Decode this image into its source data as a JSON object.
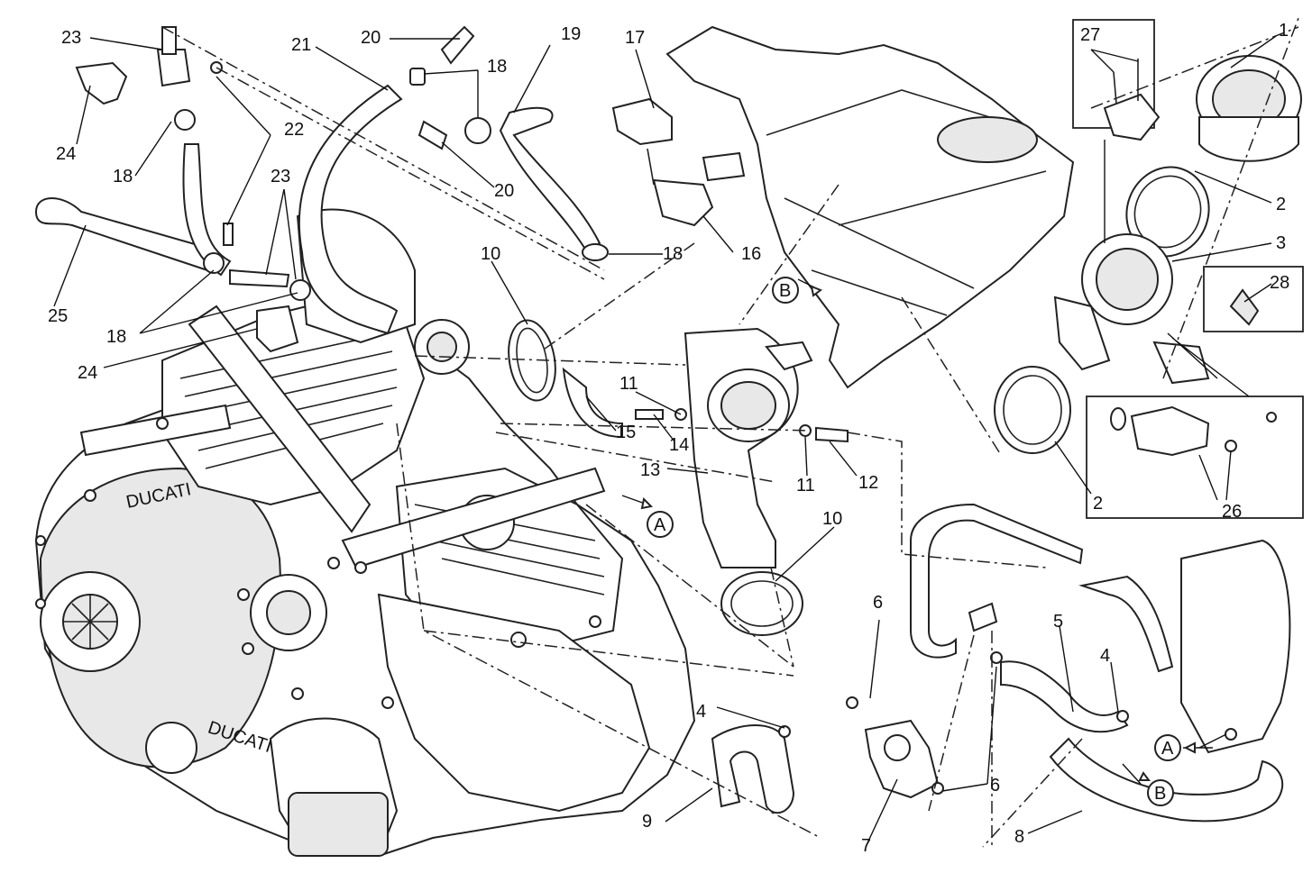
{
  "diagram": {
    "callouts": [
      {
        "id": "c1",
        "text": "1"
      },
      {
        "id": "c2a",
        "text": "2"
      },
      {
        "id": "c2b",
        "text": "2"
      },
      {
        "id": "c3",
        "text": "3"
      },
      {
        "id": "c4a",
        "text": "4"
      },
      {
        "id": "c4b",
        "text": "4"
      },
      {
        "id": "c5",
        "text": "5"
      },
      {
        "id": "c6a",
        "text": "6"
      },
      {
        "id": "c6b",
        "text": "6"
      },
      {
        "id": "c7",
        "text": "7"
      },
      {
        "id": "c8",
        "text": "8"
      },
      {
        "id": "c9",
        "text": "9"
      },
      {
        "id": "c10a",
        "text": "10"
      },
      {
        "id": "c10b",
        "text": "10"
      },
      {
        "id": "c11a",
        "text": "11"
      },
      {
        "id": "c11b",
        "text": "11"
      },
      {
        "id": "c12",
        "text": "12"
      },
      {
        "id": "c13",
        "text": "13"
      },
      {
        "id": "c14",
        "text": "14"
      },
      {
        "id": "c15",
        "text": "15"
      },
      {
        "id": "c16",
        "text": "16"
      },
      {
        "id": "c17",
        "text": "17"
      },
      {
        "id": "c18a",
        "text": "18"
      },
      {
        "id": "c18b",
        "text": "18"
      },
      {
        "id": "c18c",
        "text": "18"
      },
      {
        "id": "c18d",
        "text": "18"
      },
      {
        "id": "c19",
        "text": "19"
      },
      {
        "id": "c20a",
        "text": "20"
      },
      {
        "id": "c20b",
        "text": "20"
      },
      {
        "id": "c21",
        "text": "21"
      },
      {
        "id": "c22",
        "text": "22"
      },
      {
        "id": "c23a",
        "text": "23"
      },
      {
        "id": "c23b",
        "text": "23"
      },
      {
        "id": "c24a",
        "text": "24"
      },
      {
        "id": "c24b",
        "text": "24"
      },
      {
        "id": "c25",
        "text": "25"
      },
      {
        "id": "c26",
        "text": "26"
      },
      {
        "id": "c27",
        "text": "27"
      },
      {
        "id": "c28",
        "text": "28"
      }
    ],
    "references": [
      {
        "id": "refA1",
        "text": "A"
      },
      {
        "id": "refA2",
        "text": "A"
      },
      {
        "id": "refB1",
        "text": "B"
      },
      {
        "id": "refB2",
        "text": "B"
      }
    ],
    "engine_marks": {
      "brand_1": "DUCATI",
      "brand_2": "DUCATI"
    }
  }
}
